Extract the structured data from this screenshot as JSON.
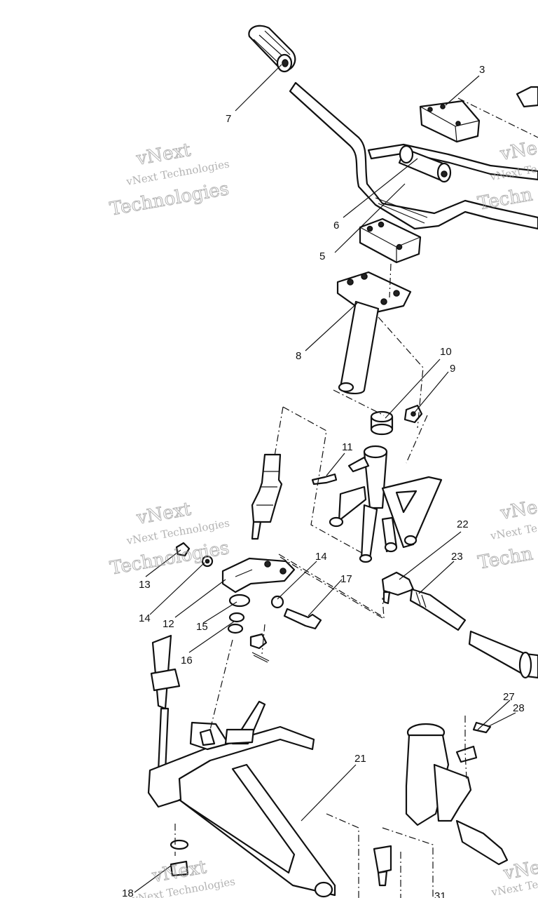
{
  "watermark": {
    "line1": "vNext",
    "line2": "vNext Technologies",
    "line3": "Technologies",
    "line1_cut": "vNe",
    "line2_cut": "vNext Te",
    "line3_cut": "Techn"
  },
  "callouts": {
    "c3": "3",
    "c5": "5",
    "c6": "6",
    "c7": "7",
    "c8": "8",
    "c9": "9",
    "c10": "10",
    "c11": "11",
    "c12": "12",
    "c13": "13",
    "c14a": "14",
    "c14b": "14",
    "c15": "15",
    "c16": "16",
    "c17": "17",
    "c18": "18",
    "c21": "21",
    "c22": "22",
    "c23": "23",
    "c27": "27",
    "c28": "28",
    "c31": "31"
  },
  "colors": {
    "ink": "#111111",
    "watermark": "#9a9a9a",
    "paper": "#ffffff"
  }
}
